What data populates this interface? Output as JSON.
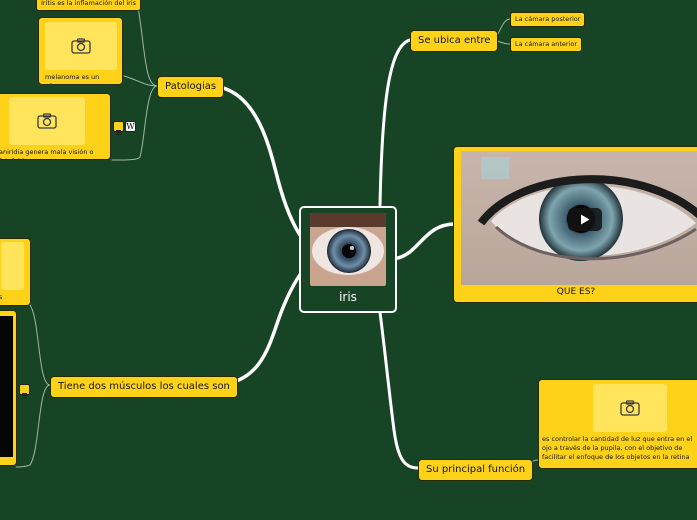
{
  "central": {
    "label": "iris",
    "image": "eye-iris-photo"
  },
  "topics": {
    "patologias": "Patologias",
    "se_ubica": "Se ubica entre",
    "musculos": "Tiene dos músculos los cuales son",
    "funcion": "Su principal función"
  },
  "patologias_children": {
    "inflamacion": "Iritis es la inflamación del iris",
    "melanoma": "melanoma es un cáncer",
    "fotofobia": "aniridia genera mala visión o fotofobia"
  },
  "ubica_children": {
    "posterior": "La cámara posterior",
    "anterior": "La cámara anterior"
  },
  "video": {
    "label": "QUE ES?",
    "play_icon": "play-icon"
  },
  "musculos_children": {
    "partial": "s"
  },
  "funcion_text": "es controlar la cantidad de luz que entra en el ojo a través de la pupila, con el objetivo de facilitar el enfoque de los objetos en la retina",
  "icons": {
    "camera": "camera-icon",
    "note": "note-icon",
    "wikipedia": "W"
  },
  "colors": {
    "background": "#174424",
    "node": "#ffd21a",
    "line": "#ffffff"
  }
}
